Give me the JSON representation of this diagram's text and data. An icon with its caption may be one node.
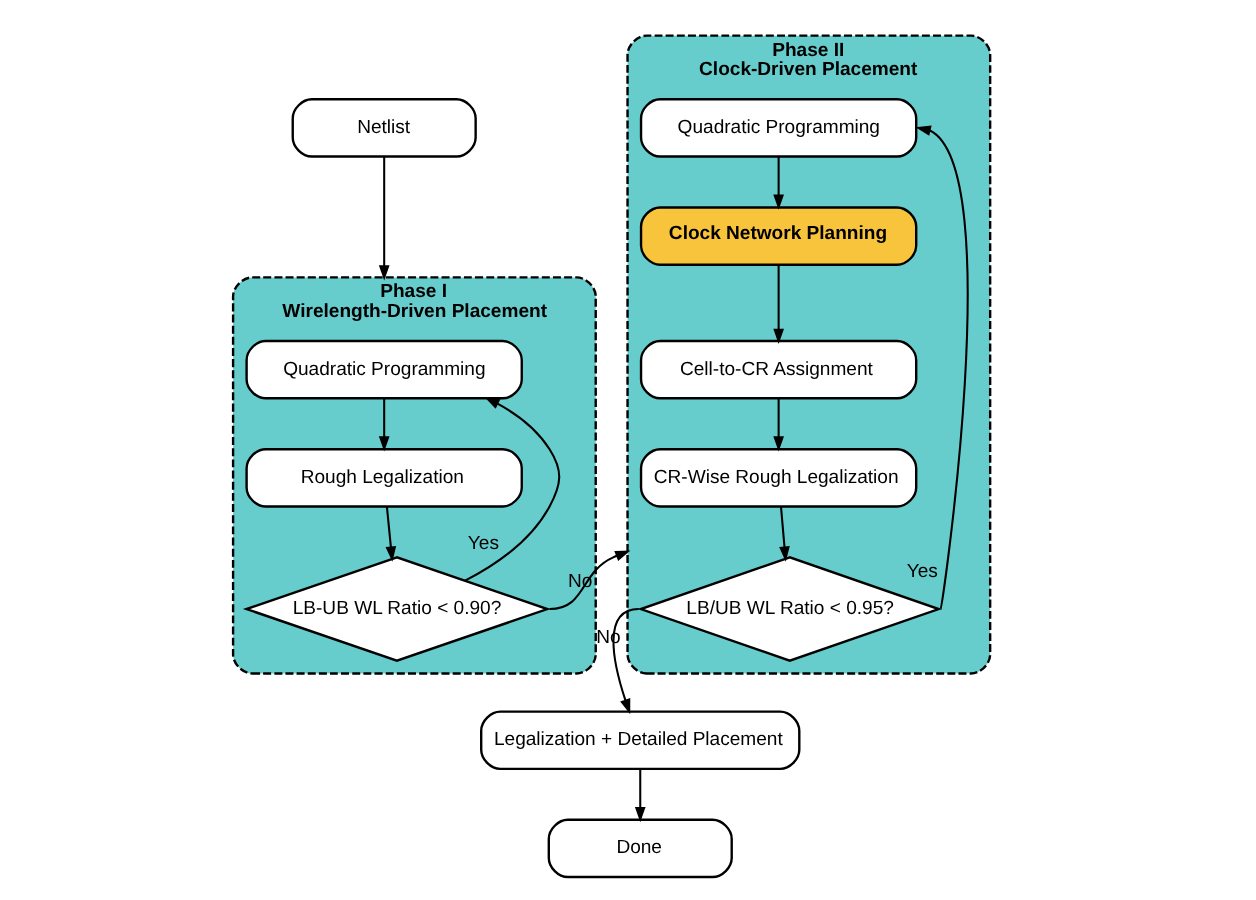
{
  "diagram": {
    "nodes": [
      {
        "text": [
          "Netlist"
        ]
      },
      {
        "text": [
          "Phase I",
          "Wirelength-Driven Placement"
        ]
      },
      {
        "text": [
          "Quadratic Programming"
        ],
        "in": 1
      },
      {
        "text": [
          "Rough Legalization"
        ],
        "in": 1
      },
      {
        "text": [
          "LB-UB WL Ratio < 0.90?"
        ],
        "in": 1
      },
      {
        "text": [
          "Phase II",
          "Clock-Driven Placement"
        ]
      },
      {
        "text": [
          "Quadratic Programming"
        ],
        "in": 5
      },
      {
        "text": [
          "Clock Network Planning"
        ],
        "in": 5
      },
      {
        "text": [
          "Cell-to-CR Assignment"
        ],
        "in": 5
      },
      {
        "text": [
          "CR-Wise Rough Legalization"
        ],
        "in": 5
      },
      {
        "text": [
          "LB/UB WL Ratio < 0.95?"
        ],
        "in": 5
      },
      {
        "text": [
          "Legalization + Detailed Placement"
        ]
      },
      {
        "text": [
          "Done"
        ]
      }
    ],
    "edges": [
      {
        "from": 0,
        "to": 1,
        "arrow": "to"
      },
      {
        "from": 2,
        "to": 3,
        "arrow": "to"
      },
      {
        "from": 3,
        "to": 4,
        "arrow": "to"
      },
      {
        "from": 4,
        "to": 2,
        "arrow": "to",
        "label": "Yes"
      },
      {
        "from": 4,
        "to": 5,
        "arrow": "to",
        "label": "No"
      },
      {
        "from": 6,
        "to": 7,
        "arrow": "to"
      },
      {
        "from": 7,
        "to": 8,
        "arrow": "to"
      },
      {
        "from": 8,
        "to": 9,
        "arrow": "to"
      },
      {
        "from": 9,
        "to": 10,
        "arrow": "to"
      },
      {
        "from": 10,
        "to": 6,
        "arrow": "to",
        "label": "Yes"
      },
      {
        "from": 10,
        "to": 11,
        "arrow": "to",
        "label": "No"
      },
      {
        "from": 11,
        "to": 12,
        "arrow": "to"
      }
    ]
  }
}
